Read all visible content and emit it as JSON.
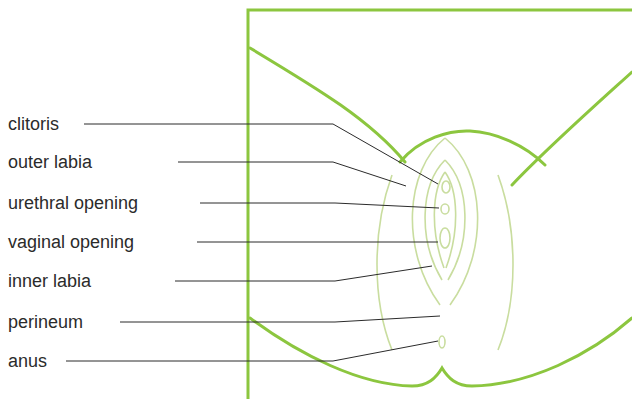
{
  "diagram": {
    "labels": [
      "clitoris",
      "outer labia",
      "urethral opening",
      "vaginal opening",
      "inner labia",
      "perineum",
      "anus"
    ]
  }
}
